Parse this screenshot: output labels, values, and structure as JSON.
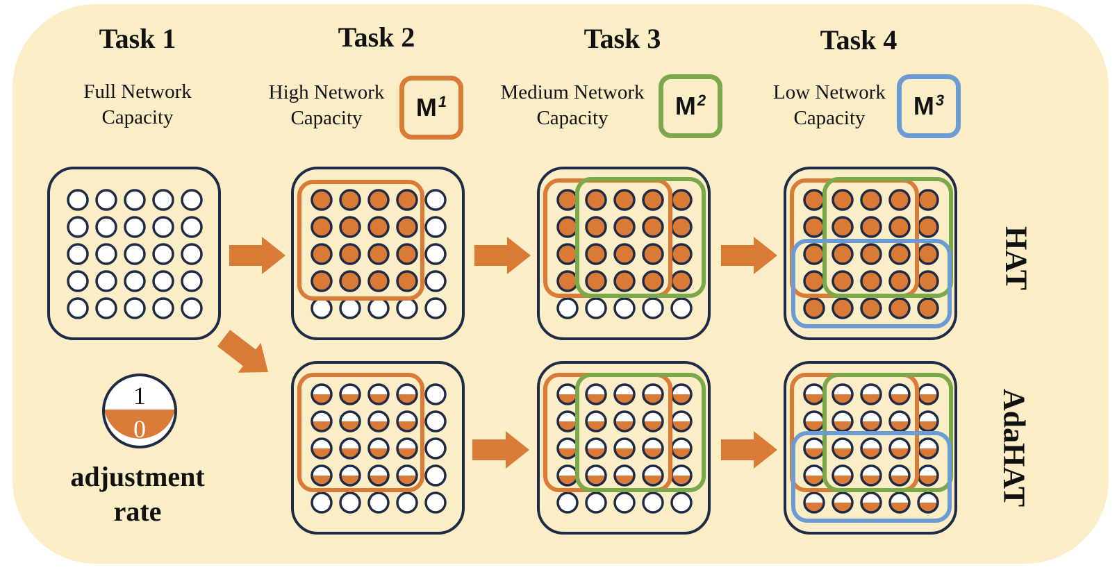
{
  "tasks": [
    {
      "title": "Task 1",
      "capacity": "Full Network\nCapacity"
    },
    {
      "title": "Task 2",
      "capacity": "High Network\nCapacity",
      "mask": {
        "base": "M",
        "sup": "1",
        "color": "#d97a36"
      }
    },
    {
      "title": "Task 3",
      "capacity": "Medium Network\nCapacity",
      "mask": {
        "base": "M",
        "sup": "2",
        "color": "#7aa84b"
      }
    },
    {
      "title": "Task 4",
      "capacity": "Low Network\nCapacity",
      "mask": {
        "base": "M",
        "sup": "3",
        "color": "#6c9bd4"
      }
    }
  ],
  "rows": {
    "hat": "HAT",
    "adahat": "AdaHAT"
  },
  "legend": {
    "top": "1",
    "bottom": "0",
    "caption_line1": "adjustment",
    "caption_line2": "rate"
  },
  "colors": {
    "background": "#fbeec7",
    "orange": "#d97a36",
    "green": "#7aa84b",
    "blue": "#6c9bd4",
    "navy": "#1f2a44"
  }
}
